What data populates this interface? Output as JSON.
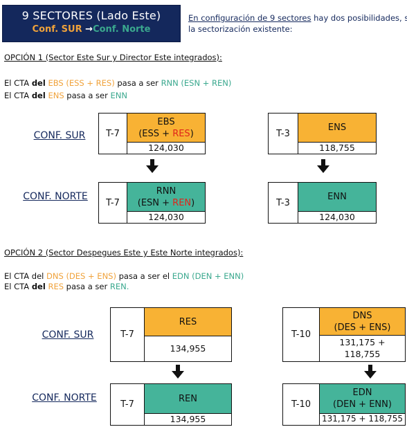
{
  "header": {
    "title": "9 SECTORES (Lado Este)",
    "subtitle_from": "Conf. SUR",
    "subtitle_arrow": "→",
    "subtitle_to": "Conf. Norte"
  },
  "intro": {
    "link": "En configuración de 9 sectores",
    "line1_rest": " hay dos posibilidades, se",
    "line2": "la sectorización existente:"
  },
  "option1": {
    "title": "OPCIÓN 1 (Sector Este Sur y Director Este integrados):",
    "line1": {
      "a": "El CTA ",
      "b": "del",
      "c": " EBS (ESS + RES)",
      "d": "  pasa a ser ",
      "e": "RNN (ESN + REN)"
    },
    "line2": {
      "a": "El CTA ",
      "b": "del",
      "c": " ENS",
      "d": " pasa a ser ",
      "e": "ENN"
    },
    "conf_sur": "CONF. SUR",
    "conf_norte": "CONF. NORTE",
    "sur_left": {
      "t": "T-7",
      "name": "EBS",
      "paren_open": "(ESS + ",
      "paren_red": "RES",
      "paren_close": ")",
      "value": "124,030"
    },
    "sur_right": {
      "t": "T-3",
      "name": "ENS",
      "value": "118,755"
    },
    "norte_left": {
      "t": "T-7",
      "name": "RNN",
      "paren_open": "(ESN + ",
      "paren_red": "REN",
      "paren_close": ")",
      "value": "124,030"
    },
    "norte_right": {
      "t": "T-3",
      "name": "ENN",
      "value": "124,030"
    }
  },
  "option2": {
    "title": "OPCIÓN 2 (Sector Despegues Este  y Este Norte integrados):",
    "line1": {
      "a": "El CTA del ",
      "c": "DNS (DES + ENS)",
      "d": " pasa a ser el ",
      "e": "EDN (DEN + ENN)"
    },
    "line2": {
      "a": "El CTA ",
      "b": "del",
      "c": " RES",
      "d": " pasa a ser ",
      "e": "REN."
    },
    "conf_sur": "CONF. SUR",
    "conf_norte": "CONF. NORTE",
    "sur_left": {
      "t": "T-7",
      "name": "RES",
      "value": "134,955"
    },
    "sur_right": {
      "t": "T-10",
      "name": "DNS",
      "paren": "(DES + ENS)",
      "value_line1": "131,175 +",
      "value_line2": "118,755"
    },
    "norte_left": {
      "t": "T-7",
      "name": "REN",
      "value": "134,955"
    },
    "norte_right": {
      "t": "T-10",
      "name": "EDN",
      "paren": "(DEN + ENN)",
      "value": "131,175 + 118,755"
    }
  },
  "colors": {
    "navy": "#14285c",
    "orange": "#f8b234",
    "teal": "#45b49a",
    "red": "#e0241a"
  },
  "icons": {
    "arrow": "down-arrow-icon"
  }
}
